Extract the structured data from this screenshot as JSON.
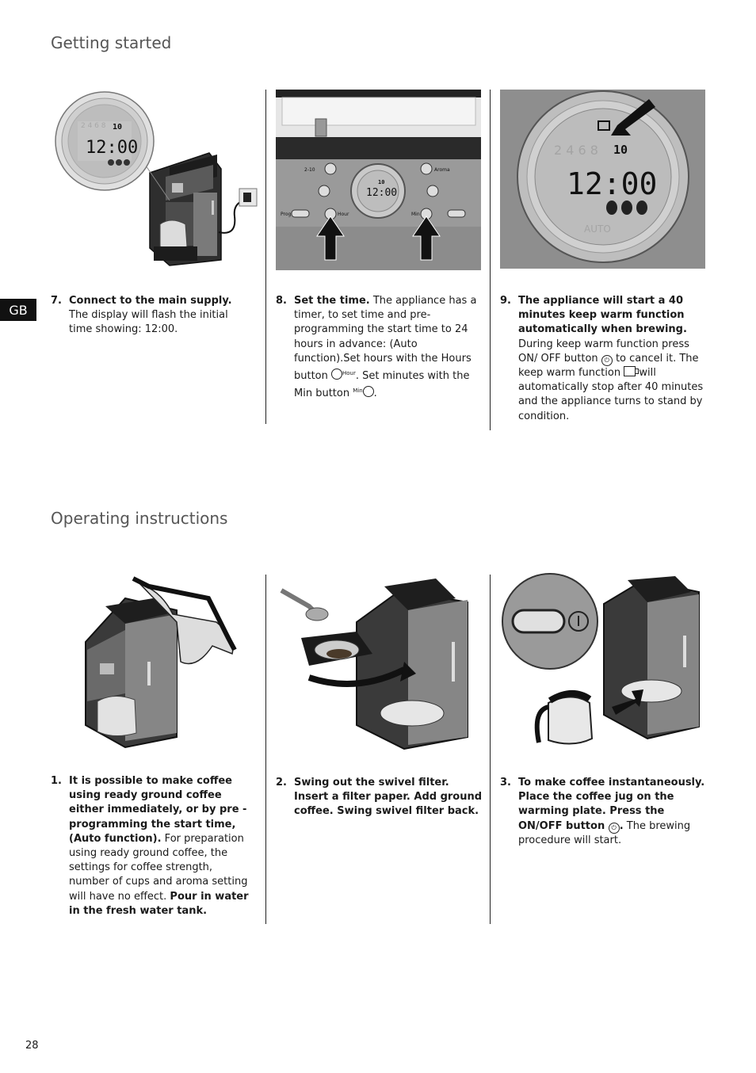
{
  "sections": {
    "getting_started": "Getting started",
    "operating_instructions": "Operating instructions"
  },
  "side_tab": "GB",
  "page_number": "28",
  "display": {
    "time": "12:00",
    "cups": "10",
    "auto": "AUTO",
    "faded_digits": "2 4 6 8"
  },
  "panel_labels": {
    "cups_button": "2-10",
    "aroma": "Aroma",
    "prog": "Prog",
    "hour": "Hour",
    "min": "Min"
  },
  "steps": {
    "s7": {
      "num": "7.",
      "bold": "Connect to the main supply.",
      "text": " The display will flash the initial time showing: 12:00."
    },
    "s8": {
      "num": "8.",
      "bold": "Set the time.",
      "text1": " The appliance has a timer, to set time and pre-programming the start time to 24 hours in advance: (Auto function).Set hours with the Hours button ",
      "hour_label": "Hour",
      "text2": ". Set minutes with the Min button ",
      "min_label": "Min",
      "text3": "."
    },
    "s9": {
      "num": "9.",
      "bold": "The  appliance will start a 40 minutes keep warm function automatically when brewing.",
      "text1": " During keep warm function press ON/ OFF button ",
      "text2": " to cancel it. The keep warm function ",
      "text3": " will automatically stop after 40 minutes and the appliance turns to stand by condition."
    },
    "s1": {
      "num": "1.",
      "bold1": "It is possible to make coffee using ready ground coffee either immediately, or by pre -programming the start time, (Auto function).",
      "text": " For preparation using ready ground coffee, the settings for coffee strength, number of cups and aroma setting will have no effect. ",
      "bold2": "Pour in water in the fresh water tank."
    },
    "s2": {
      "num": "2.",
      "bold": "Swing out the swivel filter. Insert a filter paper. Add ground coffee. Swing swivel filter back."
    },
    "s3": {
      "num": "3.",
      "bold": "To make coffee instantaneously. Place the coffee jug on the warming plate. Press the ON/OFF button ",
      "bold_end": ".",
      "text": " The brewing procedure will start."
    }
  },
  "icons": {
    "power": "power-icon",
    "keep_warm": "keep-warm-cup-icon"
  }
}
